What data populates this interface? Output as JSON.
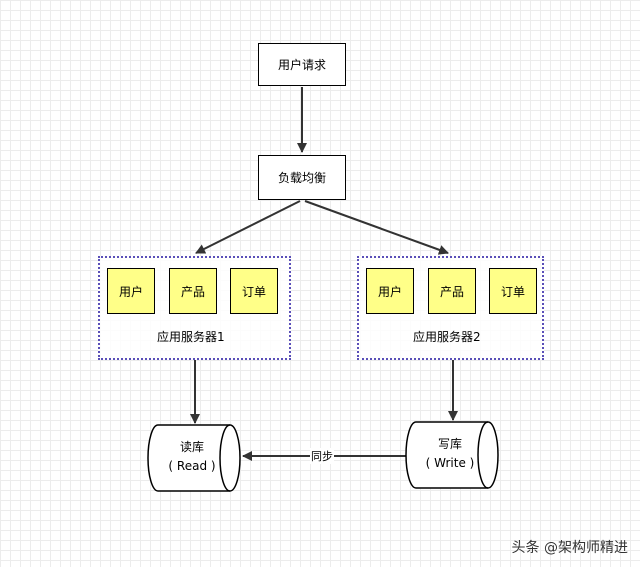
{
  "nodes": {
    "user_request": "用户请求",
    "load_balancer": "负载均衡"
  },
  "servers": [
    {
      "label": "应用服务器1",
      "modules": [
        "用户",
        "产品",
        "订单"
      ]
    },
    {
      "label": "应用服务器2",
      "modules": [
        "用户",
        "产品",
        "订单"
      ]
    }
  ],
  "databases": {
    "read": {
      "name": "读库",
      "sub": "( Read )"
    },
    "write": {
      "name": "写库",
      "sub": "( Write )"
    }
  },
  "edges": {
    "sync_label": "同步"
  },
  "watermark": "头条 @架构师精进",
  "colors": {
    "module_fill": "#ffff88",
    "server_border": "#5a4fb8",
    "line": "#333333"
  }
}
